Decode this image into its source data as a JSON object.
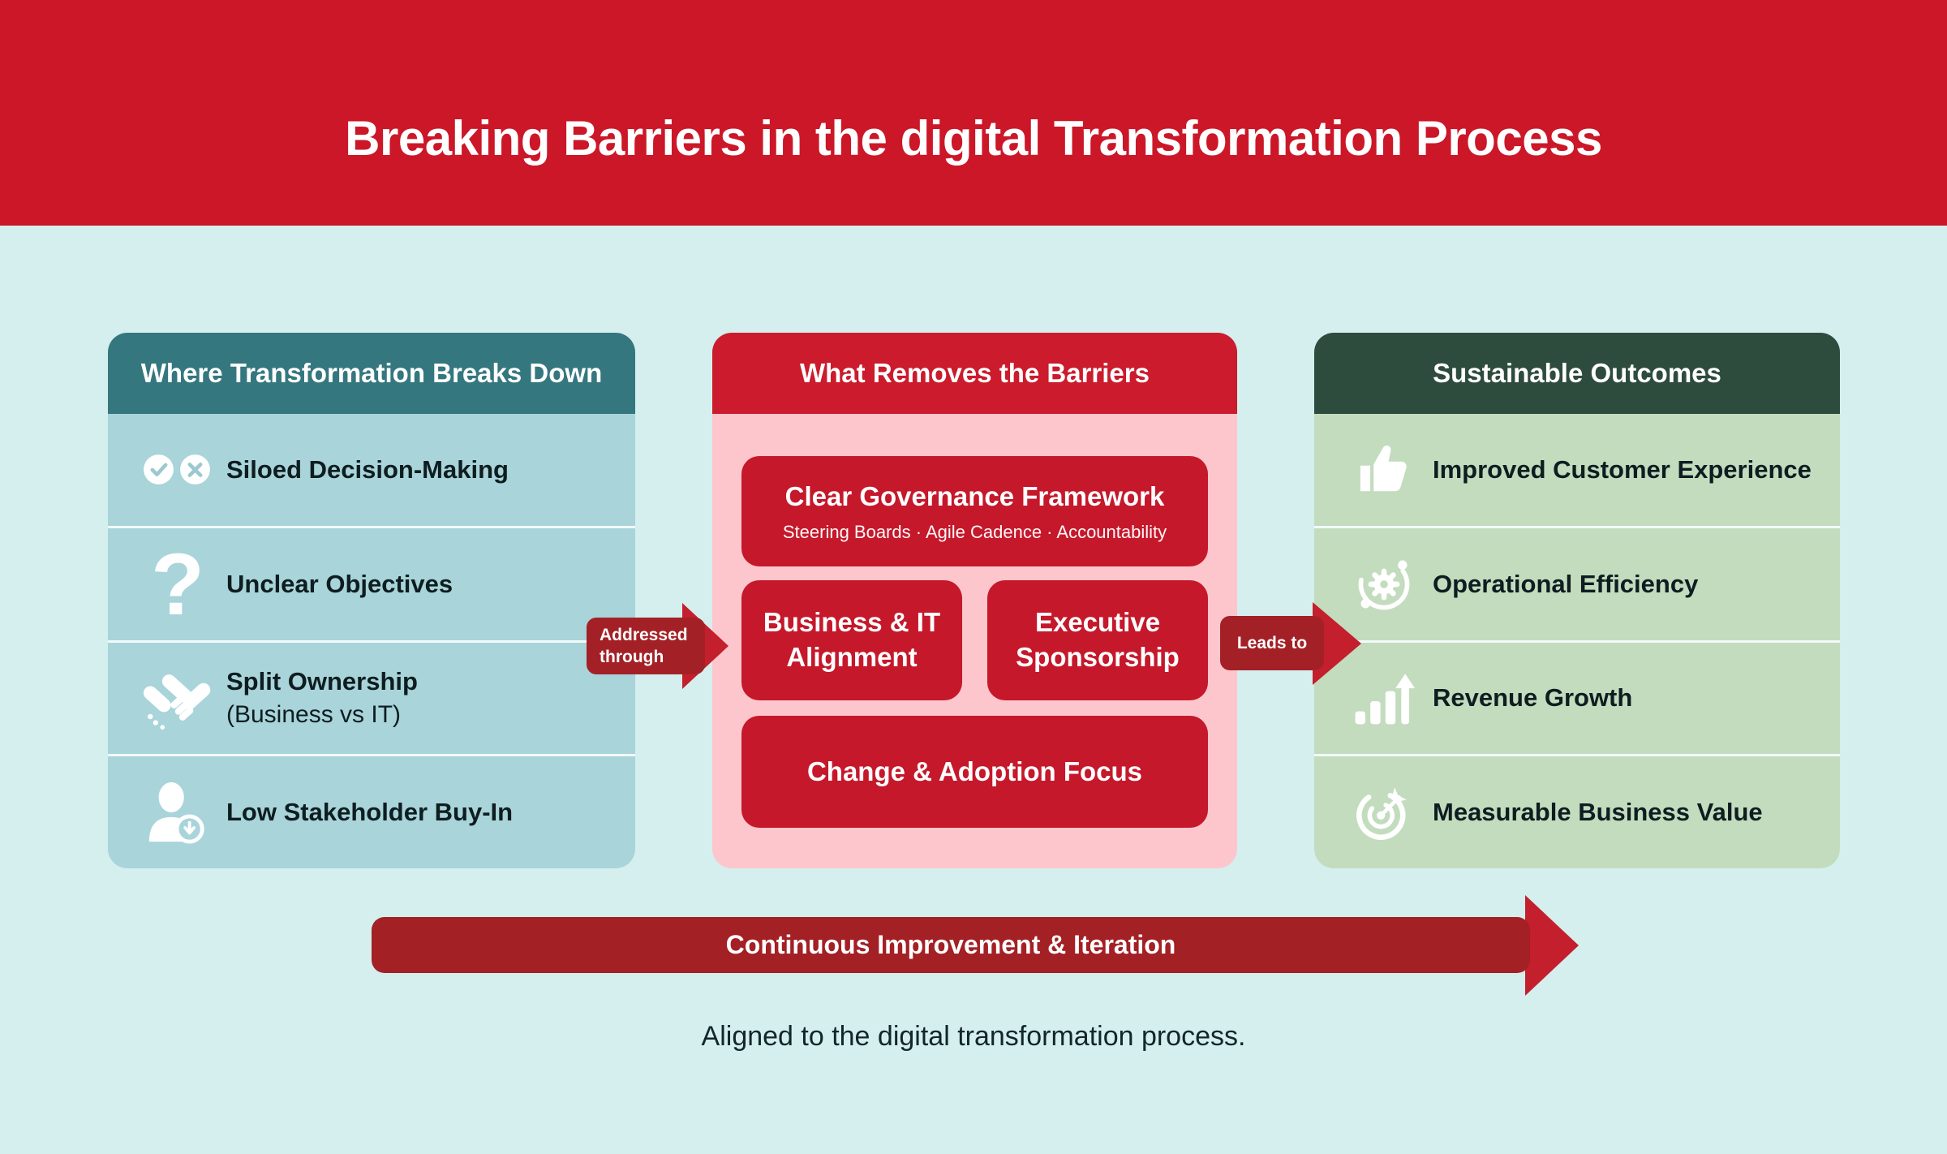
{
  "page": {
    "title": "Breaking Barriers in the digital Transformation Process",
    "caption": "Aligned to the digital transformation process."
  },
  "columns": {
    "breakdown": {
      "header": "Where Transformation Breaks Down",
      "items": [
        {
          "label": "Siloed Decision-Making",
          "icon": "check-x-circles-icon"
        },
        {
          "label": "Unclear Objectives",
          "icon": "question-mark-icon"
        },
        {
          "label": "Split Ownership",
          "sublabel": "(Business vs IT)",
          "icon": "handshake-icon"
        },
        {
          "label": "Low Stakeholder Buy-In",
          "icon": "person-decline-icon"
        }
      ]
    },
    "removers": {
      "header": "What Removes the Barriers",
      "cards": [
        {
          "title": "Clear Governance Framework",
          "subtitle": "Steering Boards · Agile Cadence · Accountability"
        },
        {
          "title": "Business & IT Alignment"
        },
        {
          "title": "Executive Sponsorship"
        },
        {
          "title": "Change & Adoption Focus"
        }
      ]
    },
    "outcomes": {
      "header": "Sustainable Outcomes",
      "items": [
        {
          "label": "Improved Customer Experience",
          "icon": "thumbs-up-icon"
        },
        {
          "label": "Operational Efficiency",
          "icon": "gear-orbit-icon"
        },
        {
          "label": "Revenue Growth",
          "icon": "bar-chart-growth-icon"
        },
        {
          "label": "Measurable Business Value",
          "icon": "target-arrow-icon"
        }
      ]
    }
  },
  "connectors": {
    "addressed_through": "Addressed through",
    "leads_to": "Leads to",
    "continuous": "Continuous Improvement & Iteration"
  },
  "question_mark_glyph": "?",
  "colors": {
    "banner_red": "#cb1728",
    "card_red": "#c5182b",
    "dark_red": "#a32126",
    "arrowhead_red": "#c41f2d",
    "teal_header": "#35777f",
    "teal_body": "#a8d4da",
    "pink_body": "#fdc6cc",
    "green_header": "#2e4c3d",
    "green_body": "#c3dcbe",
    "background": "#d4efee"
  }
}
